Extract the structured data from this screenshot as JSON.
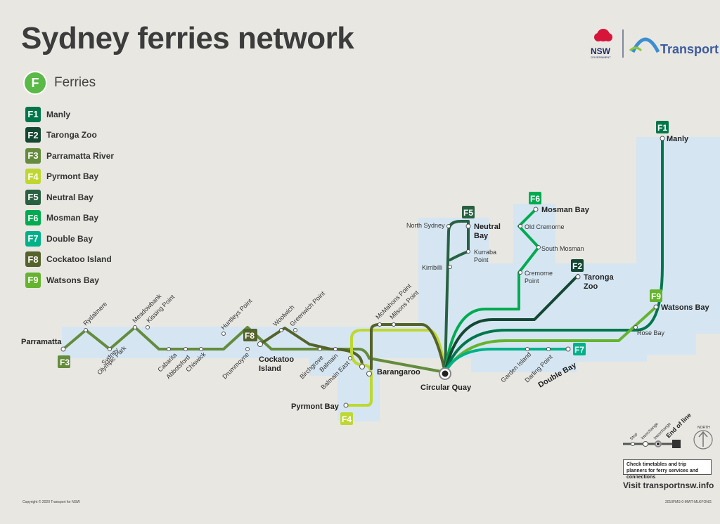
{
  "title": "Sydney ferries network",
  "mode": {
    "letter": "F",
    "label": "Ferries"
  },
  "routes": [
    {
      "code": "F1",
      "name": "Manly",
      "color": "#00774b"
    },
    {
      "code": "F2",
      "name": "Taronga Zoo",
      "color": "#144734"
    },
    {
      "code": "F3",
      "name": "Parramatta River",
      "color": "#648c3c"
    },
    {
      "code": "F4",
      "name": "Pyrmont Bay",
      "color": "#bfd730"
    },
    {
      "code": "F5",
      "name": "Neutral Bay",
      "color": "#286142"
    },
    {
      "code": "F6",
      "name": "Mosman Bay",
      "color": "#00ab51"
    },
    {
      "code": "F7",
      "name": "Double Bay",
      "color": "#00b189"
    },
    {
      "code": "F8",
      "name": "Cockatoo Island",
      "color": "#55622b"
    },
    {
      "code": "F9",
      "name": "Watsons Bay",
      "color": "#65b32e"
    }
  ],
  "logo": {
    "nsw": "NSW",
    "nsw_sub": "GOVERNMENT",
    "transport": "Transport"
  },
  "stations": {
    "parramatta": "Parramatta",
    "rydalmere": "Rydalmere",
    "sydney_olympic_park_1": "Sydney",
    "sydney_olympic_park_2": "Olympic Park",
    "meadowbank": "Meadowbank",
    "kissing_point": "Kissing Point",
    "cabarita": "Cabarita",
    "abbotsford": "Abbotsford",
    "chiswick": "Chiswick",
    "huntleys_point": "Huntleys Point",
    "drummoyne": "Drummoyne",
    "cockatoo_1": "Cockatoo",
    "cockatoo_2": "Island",
    "woolwich": "Woolwich",
    "greenwich_point": "Greenwich Point",
    "birchgrove": "Birchgrove",
    "balmain": "Balmain",
    "balmain_east": "Balmain East",
    "barangaroo": "Barangaroo",
    "mcmahons_point": "McMahons Point",
    "milsons_point": "Milsons Point",
    "pyrmont_bay": "Pyrmont Bay",
    "circular_quay": "Circular Quay",
    "north_sydney": "North Sydney",
    "neutral_bay_1": "Neutral",
    "neutral_bay_2": "Bay",
    "kurraba_1": "Kurraba",
    "kurraba_2": "Point",
    "kirribilli": "Kirribilli",
    "mosman_bay": "Mosman Bay",
    "old_cremorne": "Old Cremorne",
    "south_mosman": "South Mosman",
    "cremorne_1": "Cremorne",
    "cremorne_2": "Point",
    "taronga_1": "Taronga",
    "taronga_2": "Zoo",
    "manly": "Manly",
    "watsons_bay": "Watsons Bay",
    "rose_bay": "Rose Bay",
    "garden_island": "Garden Island",
    "darling_point": "Darling Point",
    "double_bay": "Double Bay"
  },
  "key": {
    "stop": "Stop",
    "interchange1": "Interchange",
    "interchange2": "Interchange",
    "end": "End of line",
    "north": "NORTH"
  },
  "info_box": "Check timetables and trip planners for ferry services and connections",
  "visit": "Visit transportnsw.info",
  "copyright": "Copyright © 2020 Transport for NSW",
  "doc_id": "2010FMS-0-MWT-MLKFONG"
}
